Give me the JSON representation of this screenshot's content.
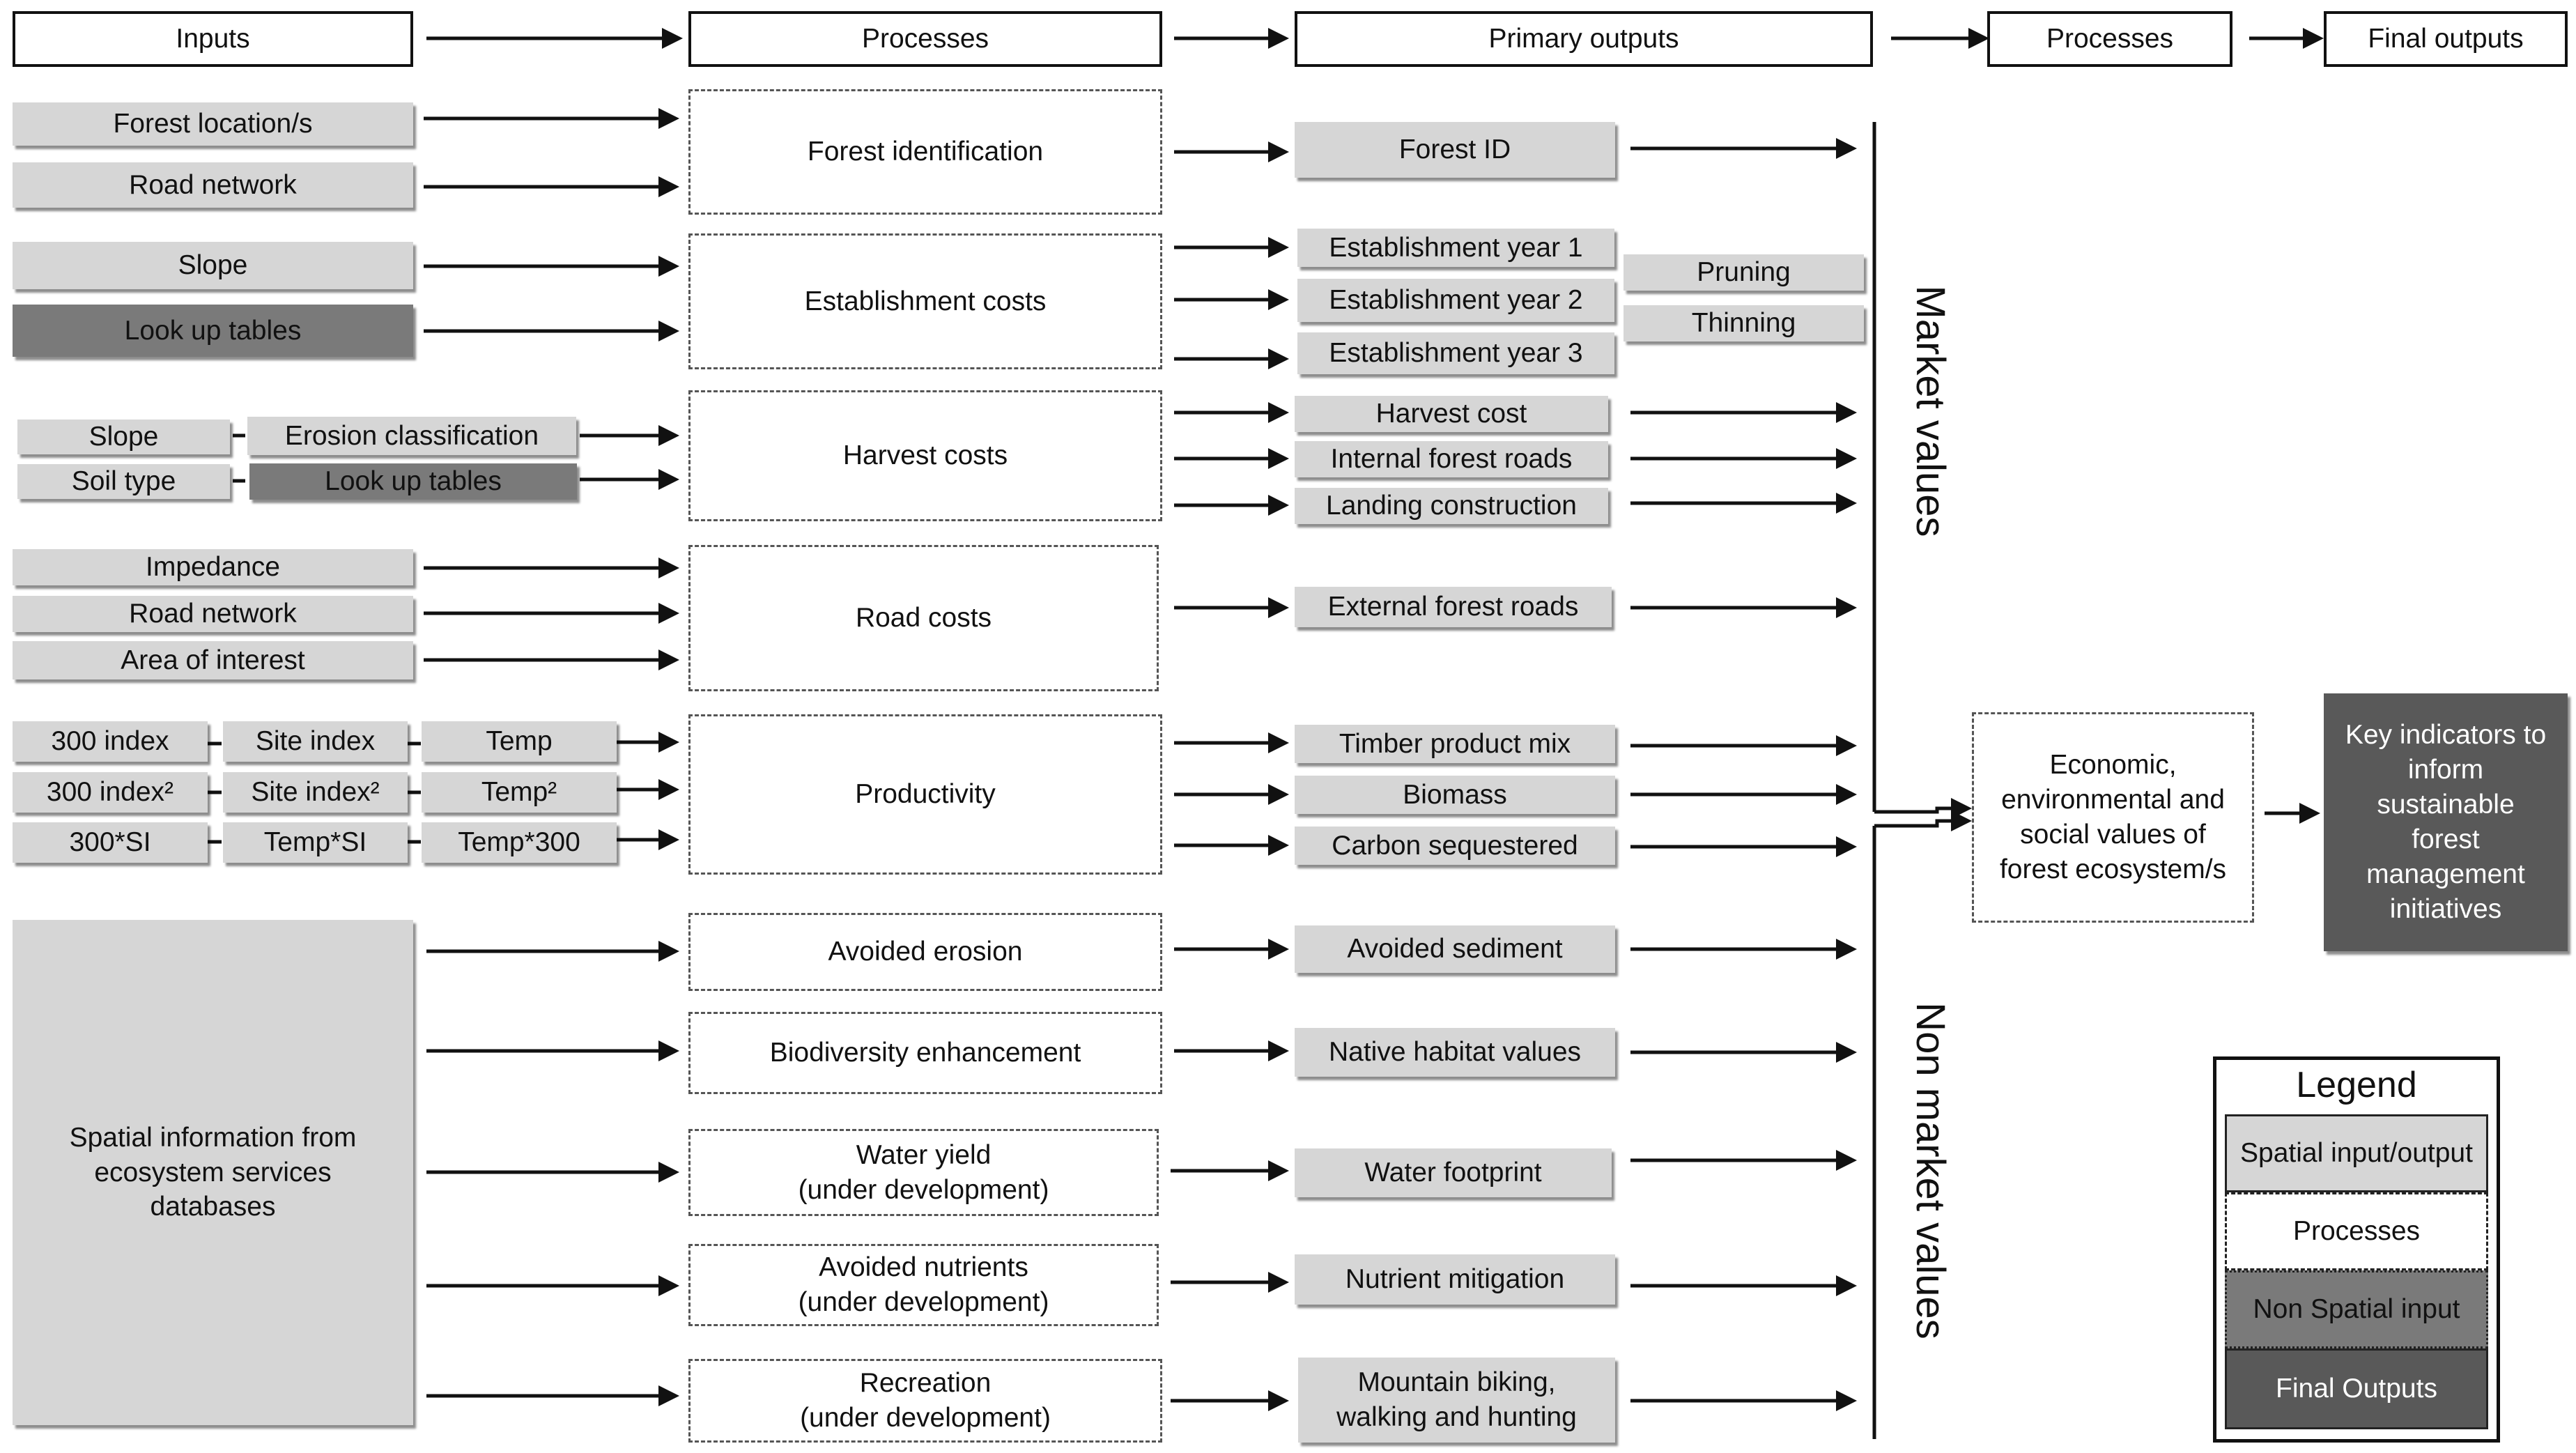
{
  "headers": {
    "inputs": "Inputs",
    "processes": "Processes",
    "primary_outputs": "Primary outputs",
    "processes2": "Processes",
    "final_outputs": "Final outputs"
  },
  "inputs": {
    "forest_location": "Forest location/s",
    "road_network_1": "Road network",
    "slope_1": "Slope",
    "lookup_1": "Look up tables",
    "slope_2": "Slope",
    "erosion_class": "Erosion classification",
    "soil_type": "Soil type",
    "lookup_2": "Look up tables",
    "impedance": "Impedance",
    "road_network_2": "Road network",
    "area_of_interest": "Area of interest",
    "idx300": "300 index",
    "site_index": "Site index",
    "temp": "Temp",
    "idx300_sq": "300 index²",
    "site_index_sq": "Site index²",
    "temp_sq": "Temp²",
    "idx300_si": "300*SI",
    "temp_si": "Temp*SI",
    "temp_300": "Temp*300",
    "spatial_info": "Spatial information from ecosystem services databases"
  },
  "processes": {
    "forest_identification": "Forest identification",
    "establishment_costs": "Establishment costs",
    "harvest_costs": "Harvest costs",
    "road_costs": "Road costs",
    "productivity": "Productivity",
    "avoided_erosion": "Avoided erosion",
    "biodiversity": "Biodiversity enhancement",
    "water_yield": "Water yield",
    "avoided_nutrients": "Avoided nutrients",
    "recreation": "Recreation",
    "under_dev": "(under development)"
  },
  "primary_outputs": {
    "forest_id": "Forest ID",
    "est_year1": "Establishment year 1",
    "est_year2": "Establishment year 2",
    "est_year3": "Establishment year 3",
    "pruning": "Pruning",
    "thinning": "Thinning",
    "harvest_cost": "Harvest cost",
    "internal_roads": "Internal forest roads",
    "landing": "Landing construction",
    "external_roads": "External forest roads",
    "timber_mix": "Timber product mix",
    "biomass": "Biomass",
    "carbon": "Carbon sequestered",
    "avoided_sediment": "Avoided sediment",
    "native_habitat": "Native habitat values",
    "water_footprint": "Water footprint",
    "nutrient_mitigation": "Nutrient mitigation",
    "mountain_biking": "Mountain biking, walking and hunting"
  },
  "groups": {
    "market_values": "Market values",
    "non_market_values": "Non market values"
  },
  "values_process": "Economic, environmental and social values of forest ecosystem/s",
  "final_output": "Key indicators to inform sustainable forest management initiatives",
  "legend": {
    "title": "Legend",
    "spatial": "Spatial input/output",
    "processes": "Processes",
    "non_spatial": "Non Spatial input",
    "final": "Final Outputs"
  },
  "colors": {
    "spatial": "#d6d6d6",
    "non_spatial": "#7a7a7a",
    "final": "#595959",
    "line": "#111111"
  }
}
